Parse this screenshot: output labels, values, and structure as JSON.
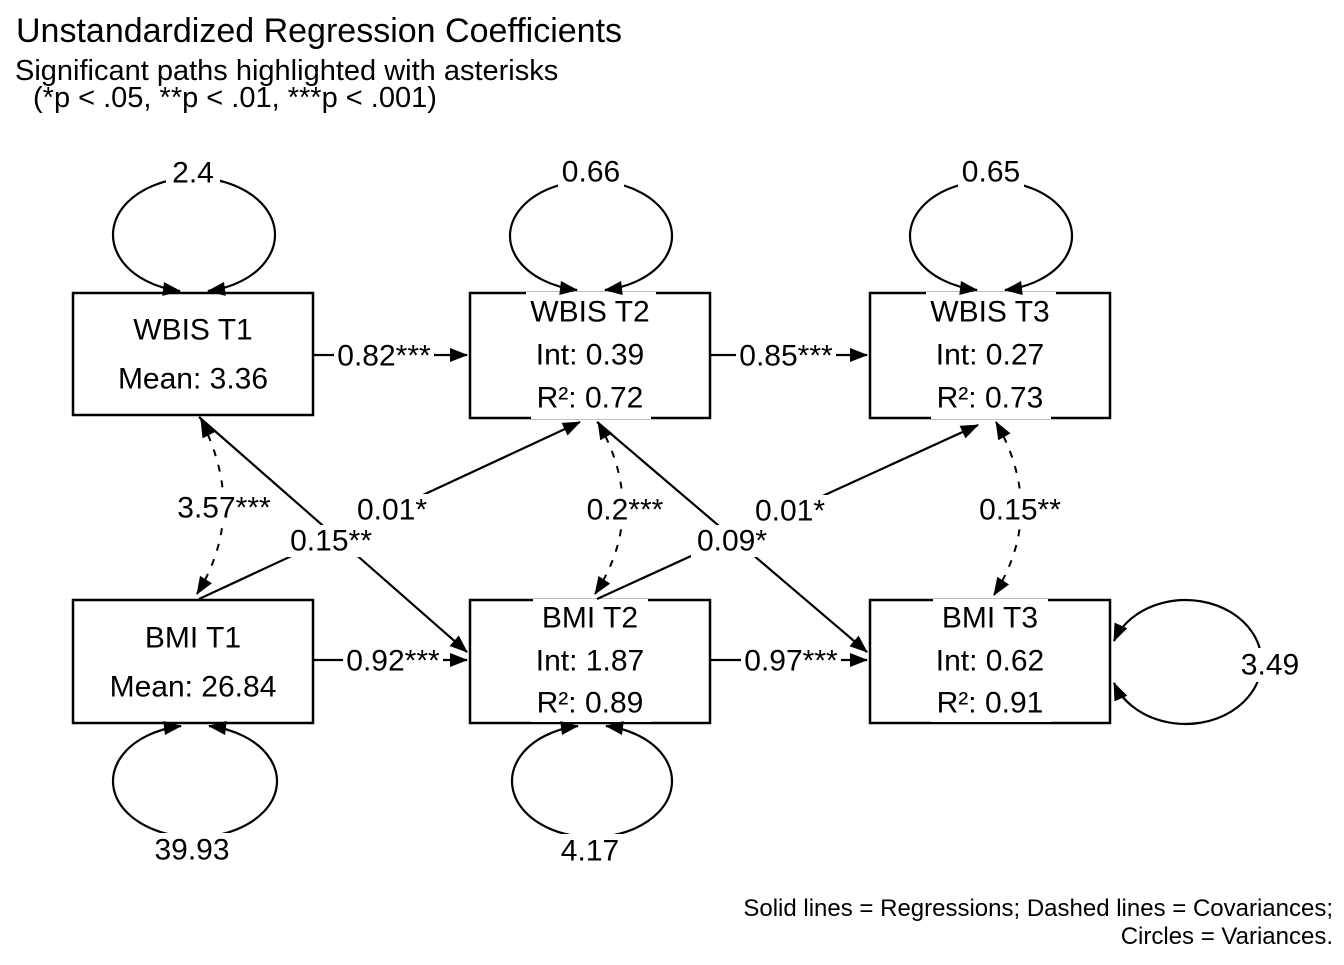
{
  "header": {
    "title": "Unstandardized Regression Coefficients",
    "subtitle": "Significant paths highlighted with asterisks",
    "pvalue_note": "(*p < .05, **p < .01, ***p < .001)"
  },
  "legend": {
    "line1": "Solid lines = Regressions; Dashed lines = Covariances;",
    "line2": "Circles = Variances."
  },
  "colors": {
    "background": "#ffffff",
    "line": "#000000",
    "text": "#000000"
  },
  "nodes": {
    "wbis_t1": {
      "label": "WBIS T1",
      "mean": "Mean: 3.36",
      "variance": "2.4"
    },
    "wbis_t2": {
      "label": "WBIS T2",
      "intercept": "Int: 0.39",
      "r2": "R²: 0.72",
      "variance": "0.66"
    },
    "wbis_t3": {
      "label": "WBIS T3",
      "intercept": "Int: 0.27",
      "r2": "R²: 0.73",
      "variance": "0.65"
    },
    "bmi_t1": {
      "label": "BMI T1",
      "mean": "Mean: 26.84",
      "variance": "39.93"
    },
    "bmi_t2": {
      "label": "BMI T2",
      "intercept": "Int: 1.87",
      "r2": "R²: 0.89",
      "variance": "4.17"
    },
    "bmi_t3": {
      "label": "BMI T3",
      "intercept": "Int: 0.62",
      "r2": "R²: 0.91",
      "variance": "3.49"
    }
  },
  "edges": {
    "wbis_t1_to_wbis_t2": "0.82***",
    "wbis_t2_to_wbis_t3": "0.85***",
    "bmi_t1_to_bmi_t2": "0.92***",
    "bmi_t2_to_bmi_t3": "0.97***",
    "wbis_t1_to_bmi_t2": "0.15**",
    "bmi_t1_to_wbis_t2": "0.01*",
    "wbis_t2_to_bmi_t3": "0.09*",
    "bmi_t2_to_wbis_t3": "0.01*",
    "cov_wbis_bmi_t1": "3.57***",
    "cov_wbis_bmi_t2": "0.2***",
    "cov_wbis_bmi_t3": "0.15**"
  }
}
